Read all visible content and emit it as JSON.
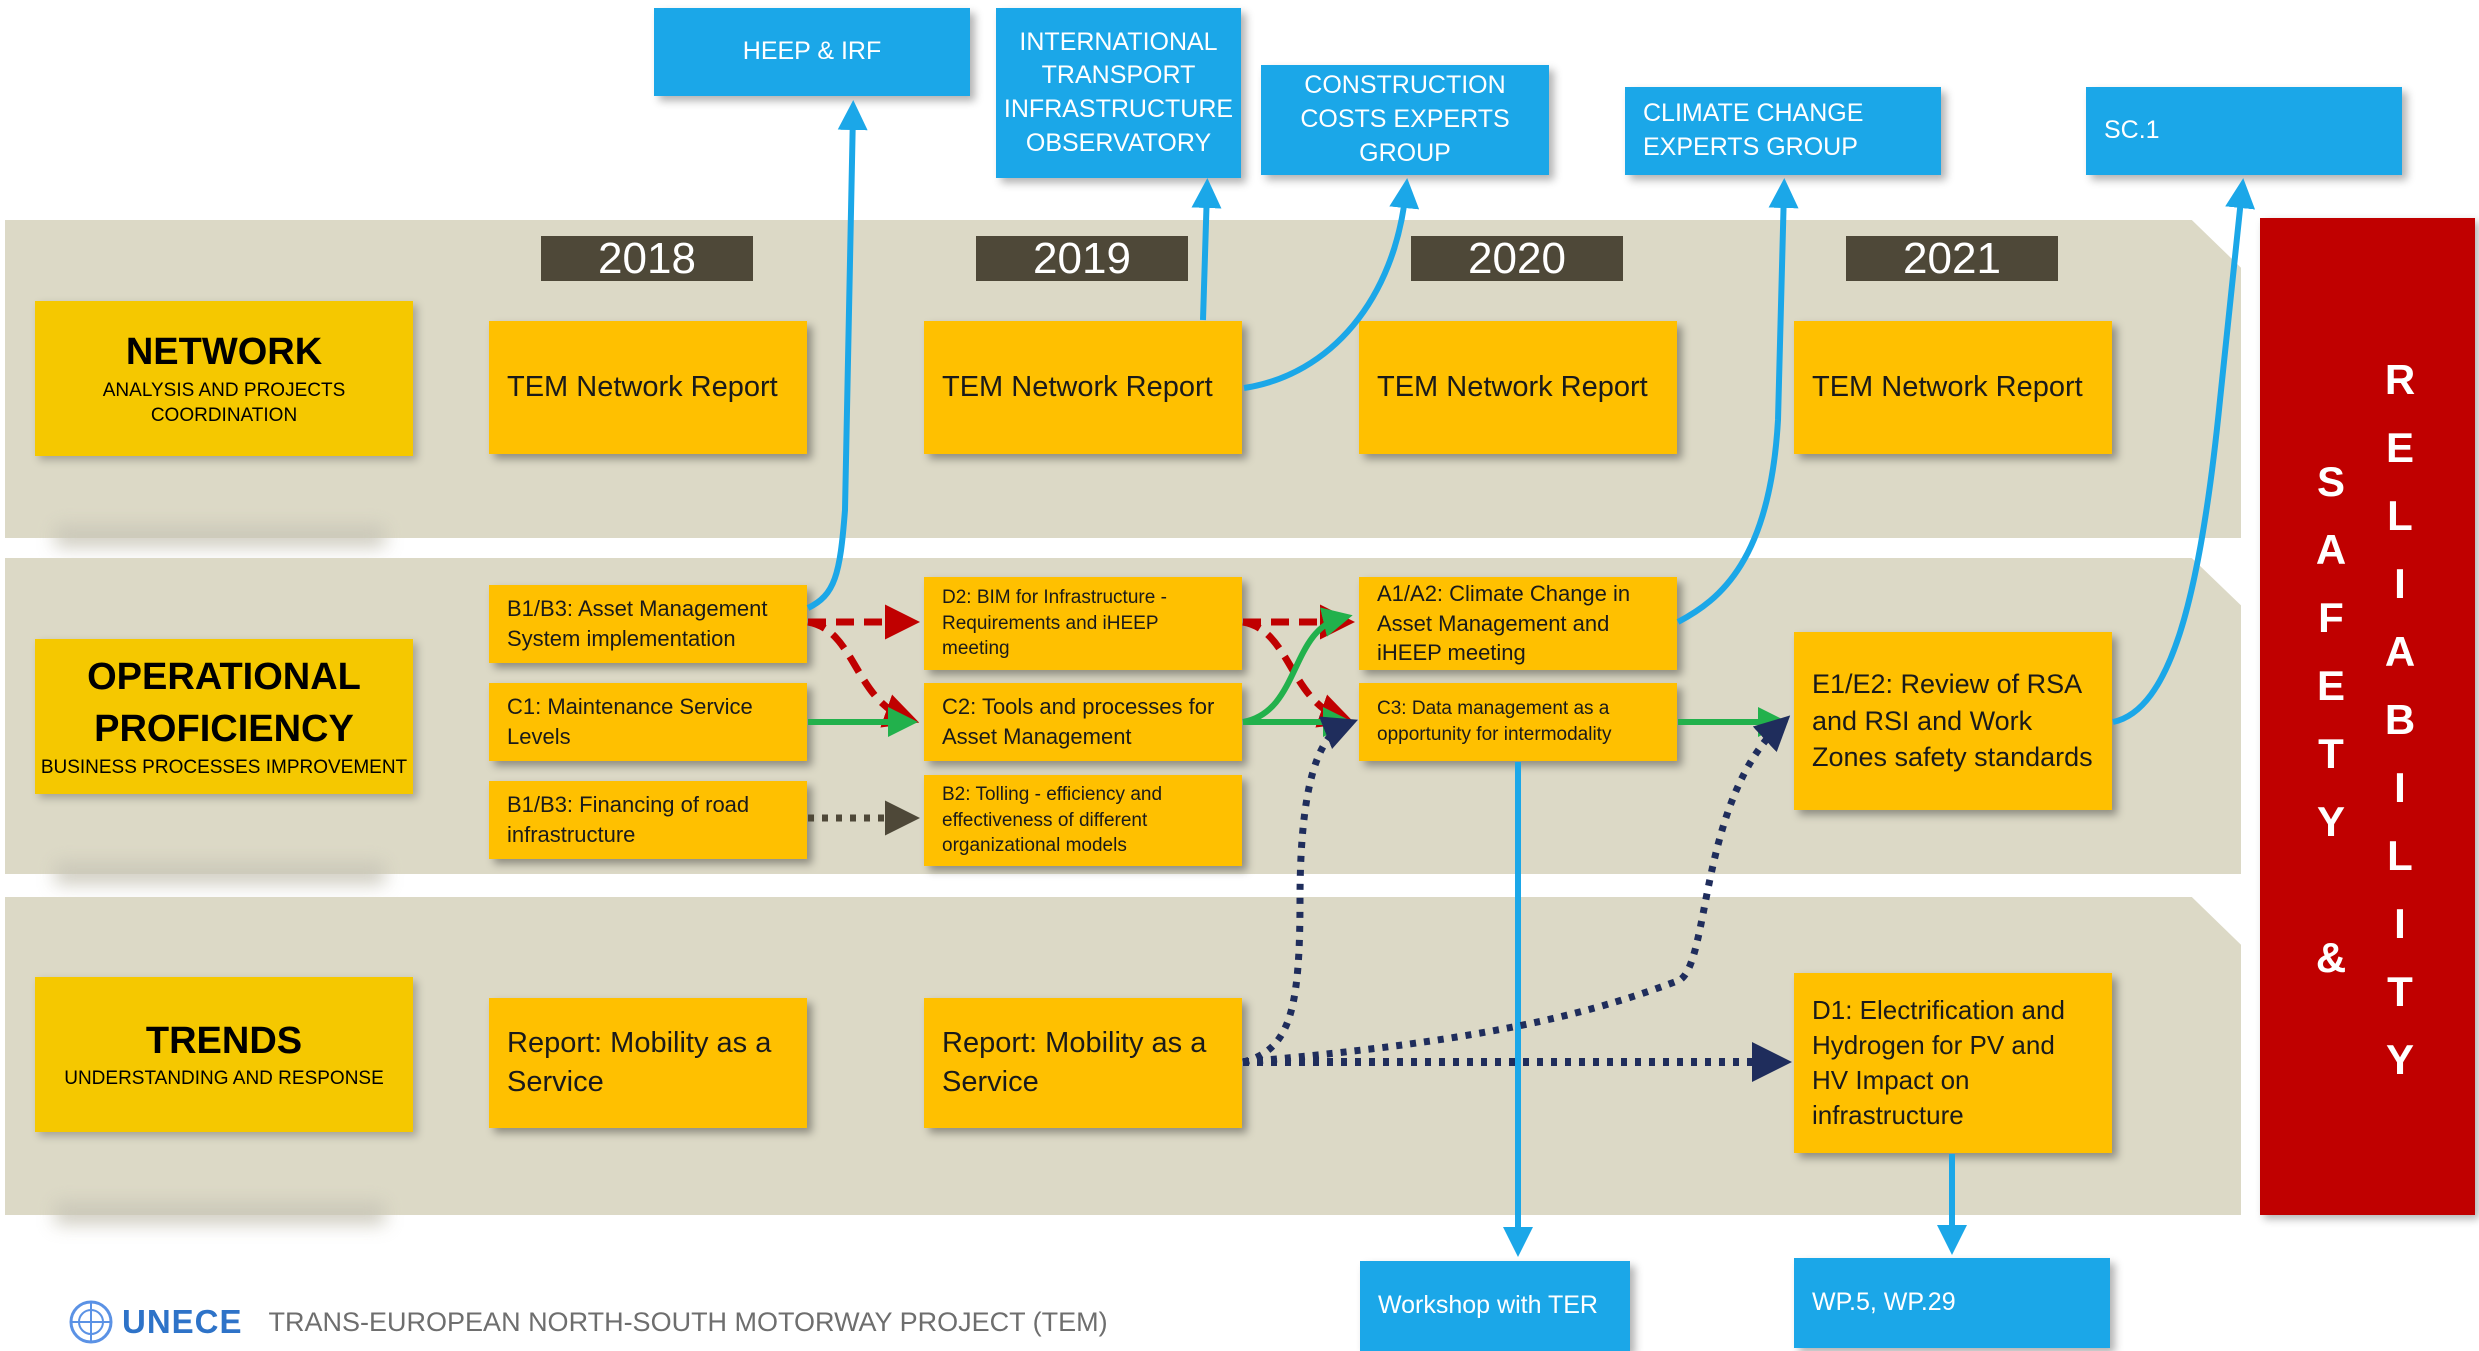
{
  "years": [
    "2018",
    "2019",
    "2020",
    "2021"
  ],
  "categories": {
    "network": {
      "title": "NETWORK",
      "subtitle": "ANALYSIS AND PROJECTS COORDINATION"
    },
    "operational": {
      "title": "OPERATIONAL PROFICIENCY",
      "subtitle": "BUSINESS PROCESSES IMPROVEMENT"
    },
    "trends": {
      "title": "TRENDS",
      "subtitle": "UNDERSTANDING AND RESPONSE"
    }
  },
  "network_reports": [
    "TEM Network Report",
    "TEM Network Report",
    "TEM Network Report",
    "TEM Network Report"
  ],
  "operational": {
    "b1b3_asset": "B1/B3: Asset Management System implementation",
    "c1": "C1: Maintenance Service Levels",
    "b1b3_finance": "B1/B3: Financing of road infrastructure",
    "d2": "D2: BIM for Infrastructure - Requirements and iHEEP meeting",
    "c2": "C2: Tools and processes for Asset Management",
    "b2": "B2: Tolling - efficiency and effectiveness of different organizational models",
    "a1a2": "A1/A2: Climate Change in Asset Management and iHEEP meeting",
    "c3": "C3: Data management as a opportunity for intermodality",
    "e1e2": "E1/E2: Review of RSA and RSI and Work Zones safety standards"
  },
  "trends": {
    "maas_2018": "Report: Mobility as a Service",
    "maas_2019": "Report: Mobility as a Service",
    "d1": "D1: Electrification and Hydrogen for PV and HV Impact on infrastructure"
  },
  "external": {
    "heep": "HEEP & IRF",
    "itio": "INTERNATIONAL TRANSPORT INFRASTRUCTURE OBSERVATORY",
    "cceg": "CONSTRUCTION COSTS EXPERTS GROUP",
    "ccceg": "CLIMATE CHANGE EXPERTS GROUP",
    "sc1": "SC.1",
    "workshop": "Workshop with TER",
    "wp": "WP.5, WP.29"
  },
  "side_banner": {
    "left_letters": [
      "S",
      "A",
      "F",
      "E",
      "T",
      "Y",
      "",
      "&"
    ],
    "right_letters": [
      "R",
      "E",
      "L",
      "I",
      "A",
      "B",
      "I",
      "L",
      "I",
      "T",
      "Y"
    ]
  },
  "footer": {
    "org": "UNECE",
    "project": "TRANS-EUROPEAN NORTH-SOUTH MOTORWAY PROJECT (TEM)"
  },
  "colors": {
    "band": "#dcd9c6",
    "category": "#f5c800",
    "box": "#ffc000",
    "external": "#1ba7e8",
    "banner": "#c00000",
    "year": "#4e4838",
    "arrow_red_dashed": "#c00000",
    "arrow_green": "#22b14c",
    "arrow_navy_dotted": "#1f2d5c",
    "arrow_brown_dotted": "#4e4838"
  }
}
